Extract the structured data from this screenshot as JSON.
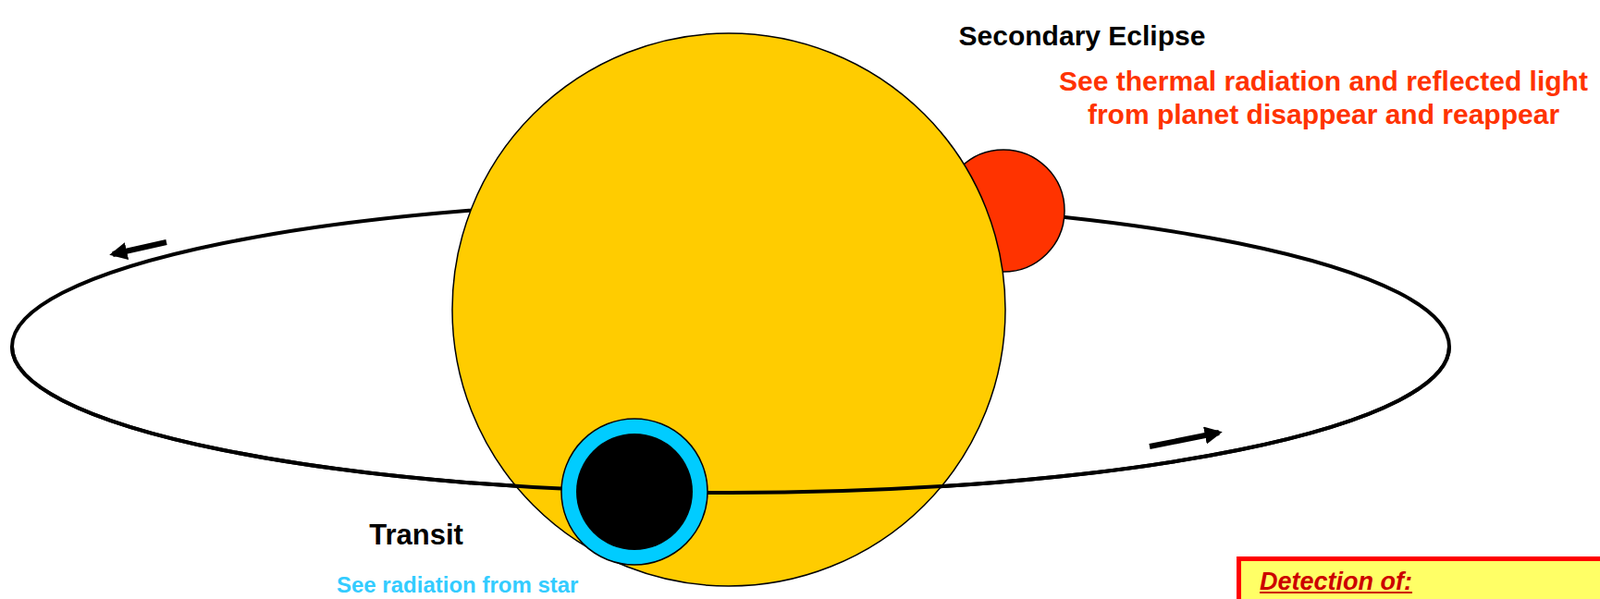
{
  "diagram": {
    "nodes": [
      {
        "text": [
          "Detection of:"
        ]
      }
    ],
    "labels": [
      "Secondary Eclipse",
      "See thermal radiation and reflected light from planet disappear and reappear",
      "Transit",
      "See radiation from star"
    ]
  }
}
